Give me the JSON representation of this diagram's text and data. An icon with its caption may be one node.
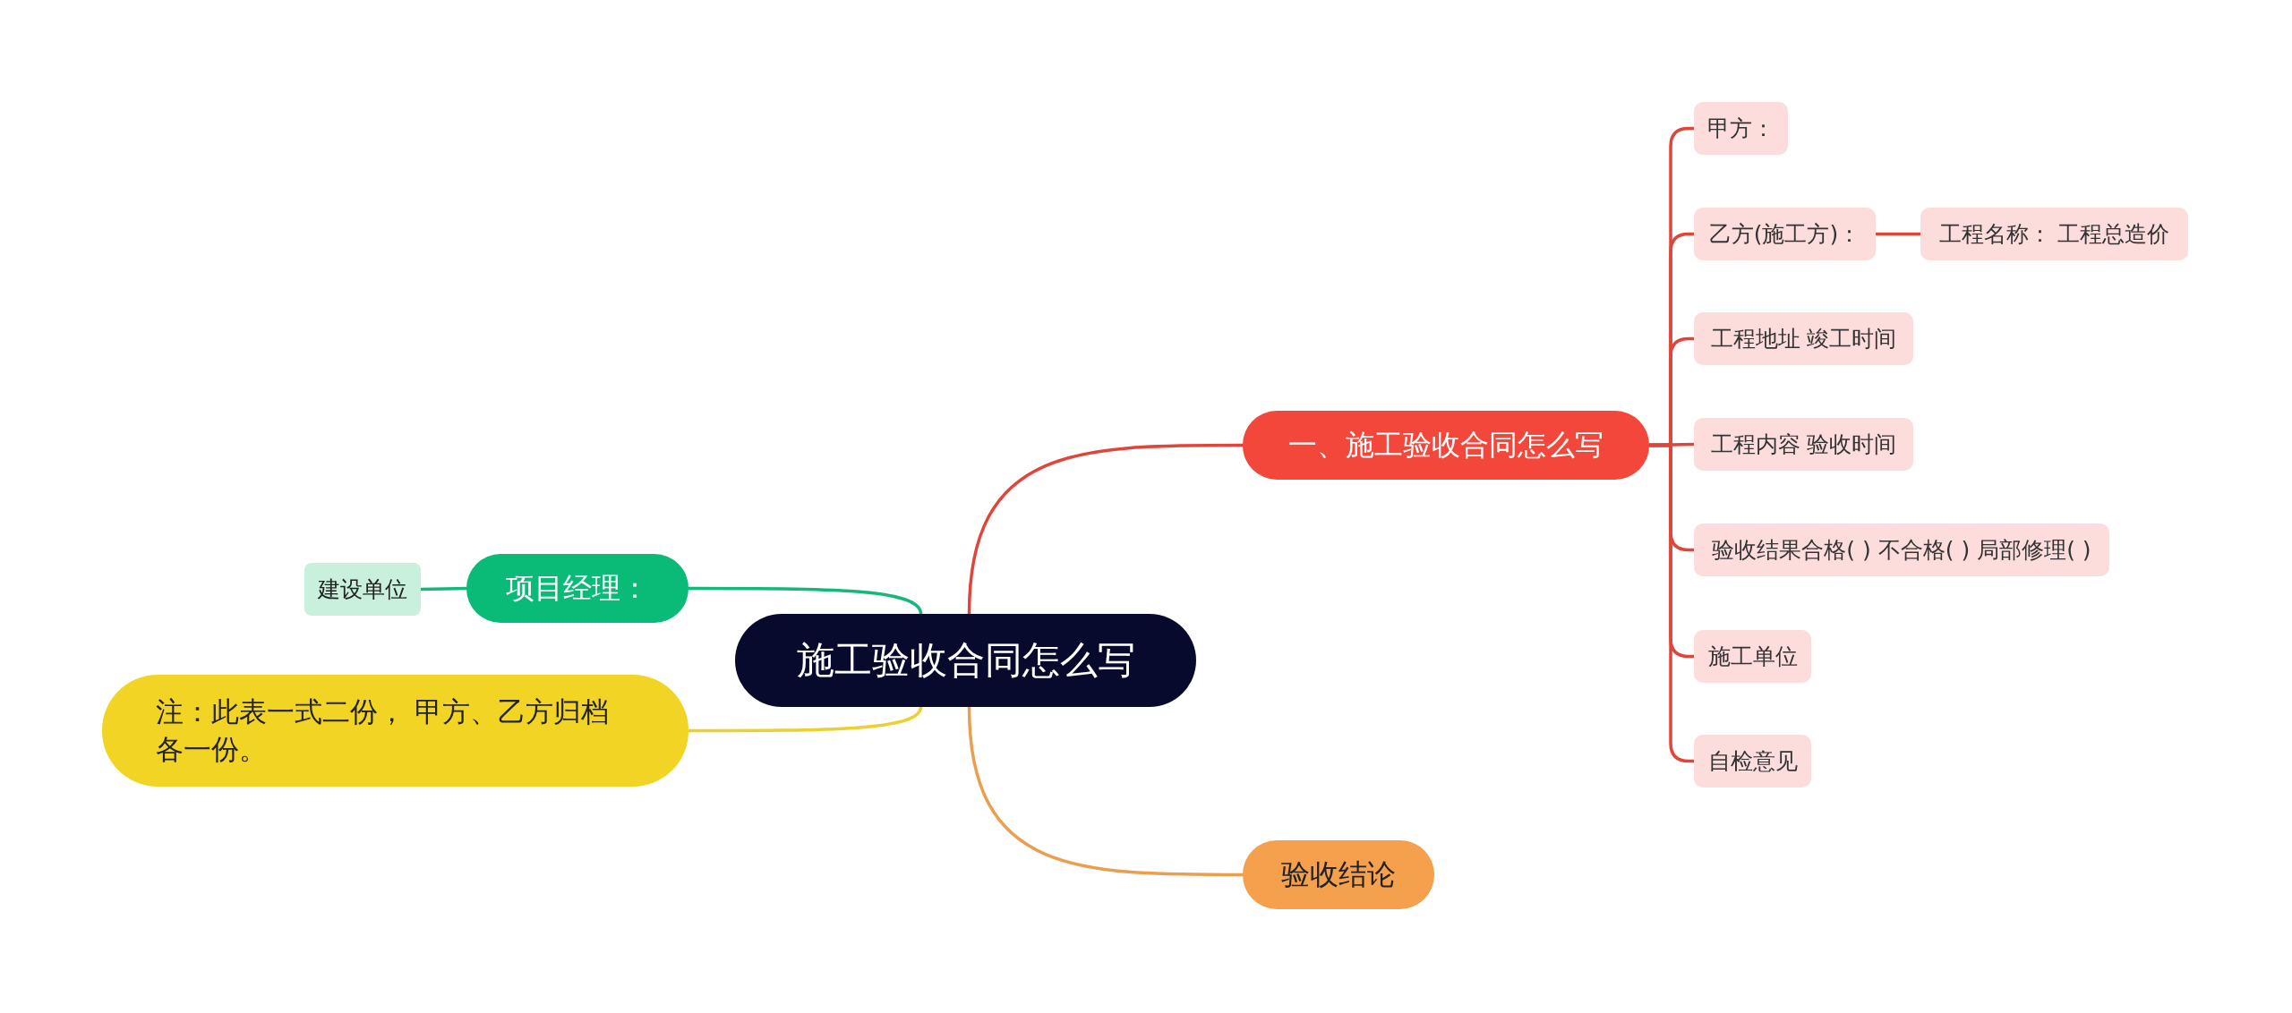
{
  "diagram": {
    "nodes": [
      {
        "text": [
          "施工验收合同怎么写"
        ]
      },
      {
        "text": [
          "一、施工验收合同怎么写"
        ]
      },
      {
        "text": [
          "甲方："
        ]
      },
      {
        "text": [
          "乙方(施工方)："
        ]
      },
      {
        "text": [
          "工程名称： 工程总造价"
        ]
      },
      {
        "text": [
          "工程地址 竣工时间"
        ]
      },
      {
        "text": [
          "工程内容 验收时间"
        ]
      },
      {
        "text": [
          "验收结果合格( ) 不合格( ) 局部修理( )"
        ]
      },
      {
        "text": [
          "施工单位"
        ]
      },
      {
        "text": [
          "自检意见"
        ]
      },
      {
        "text": [
          "验收结论"
        ]
      },
      {
        "text": [
          "项目经理："
        ]
      },
      {
        "text": [
          "建设单位"
        ]
      },
      {
        "text": [
          "注：此表一式二份， 甲方、乙方归档各一份。"
        ]
      }
    ],
    "edges": [
      {
        "from": 0,
        "to": 1,
        "arrow": "none"
      },
      {
        "from": 1,
        "to": 2,
        "arrow": "none"
      },
      {
        "from": 1,
        "to": 3,
        "arrow": "none"
      },
      {
        "from": 3,
        "to": 4,
        "arrow": "none"
      },
      {
        "from": 1,
        "to": 5,
        "arrow": "none"
      },
      {
        "from": 1,
        "to": 6,
        "arrow": "none"
      },
      {
        "from": 1,
        "to": 7,
        "arrow": "none"
      },
      {
        "from": 1,
        "to": 8,
        "arrow": "none"
      },
      {
        "from": 1,
        "to": 9,
        "arrow": "none"
      },
      {
        "from": 0,
        "to": 10,
        "arrow": "none",
        "color": "#e8a050"
      },
      {
        "from": 0,
        "to": 11,
        "arrow": "none",
        "color": "#14b878"
      },
      {
        "from": 11,
        "to": 12,
        "arrow": "none",
        "color": "#14b878"
      },
      {
        "from": 0,
        "to": 13,
        "arrow": "none",
        "color": "#ecd030"
      }
    ]
  }
}
